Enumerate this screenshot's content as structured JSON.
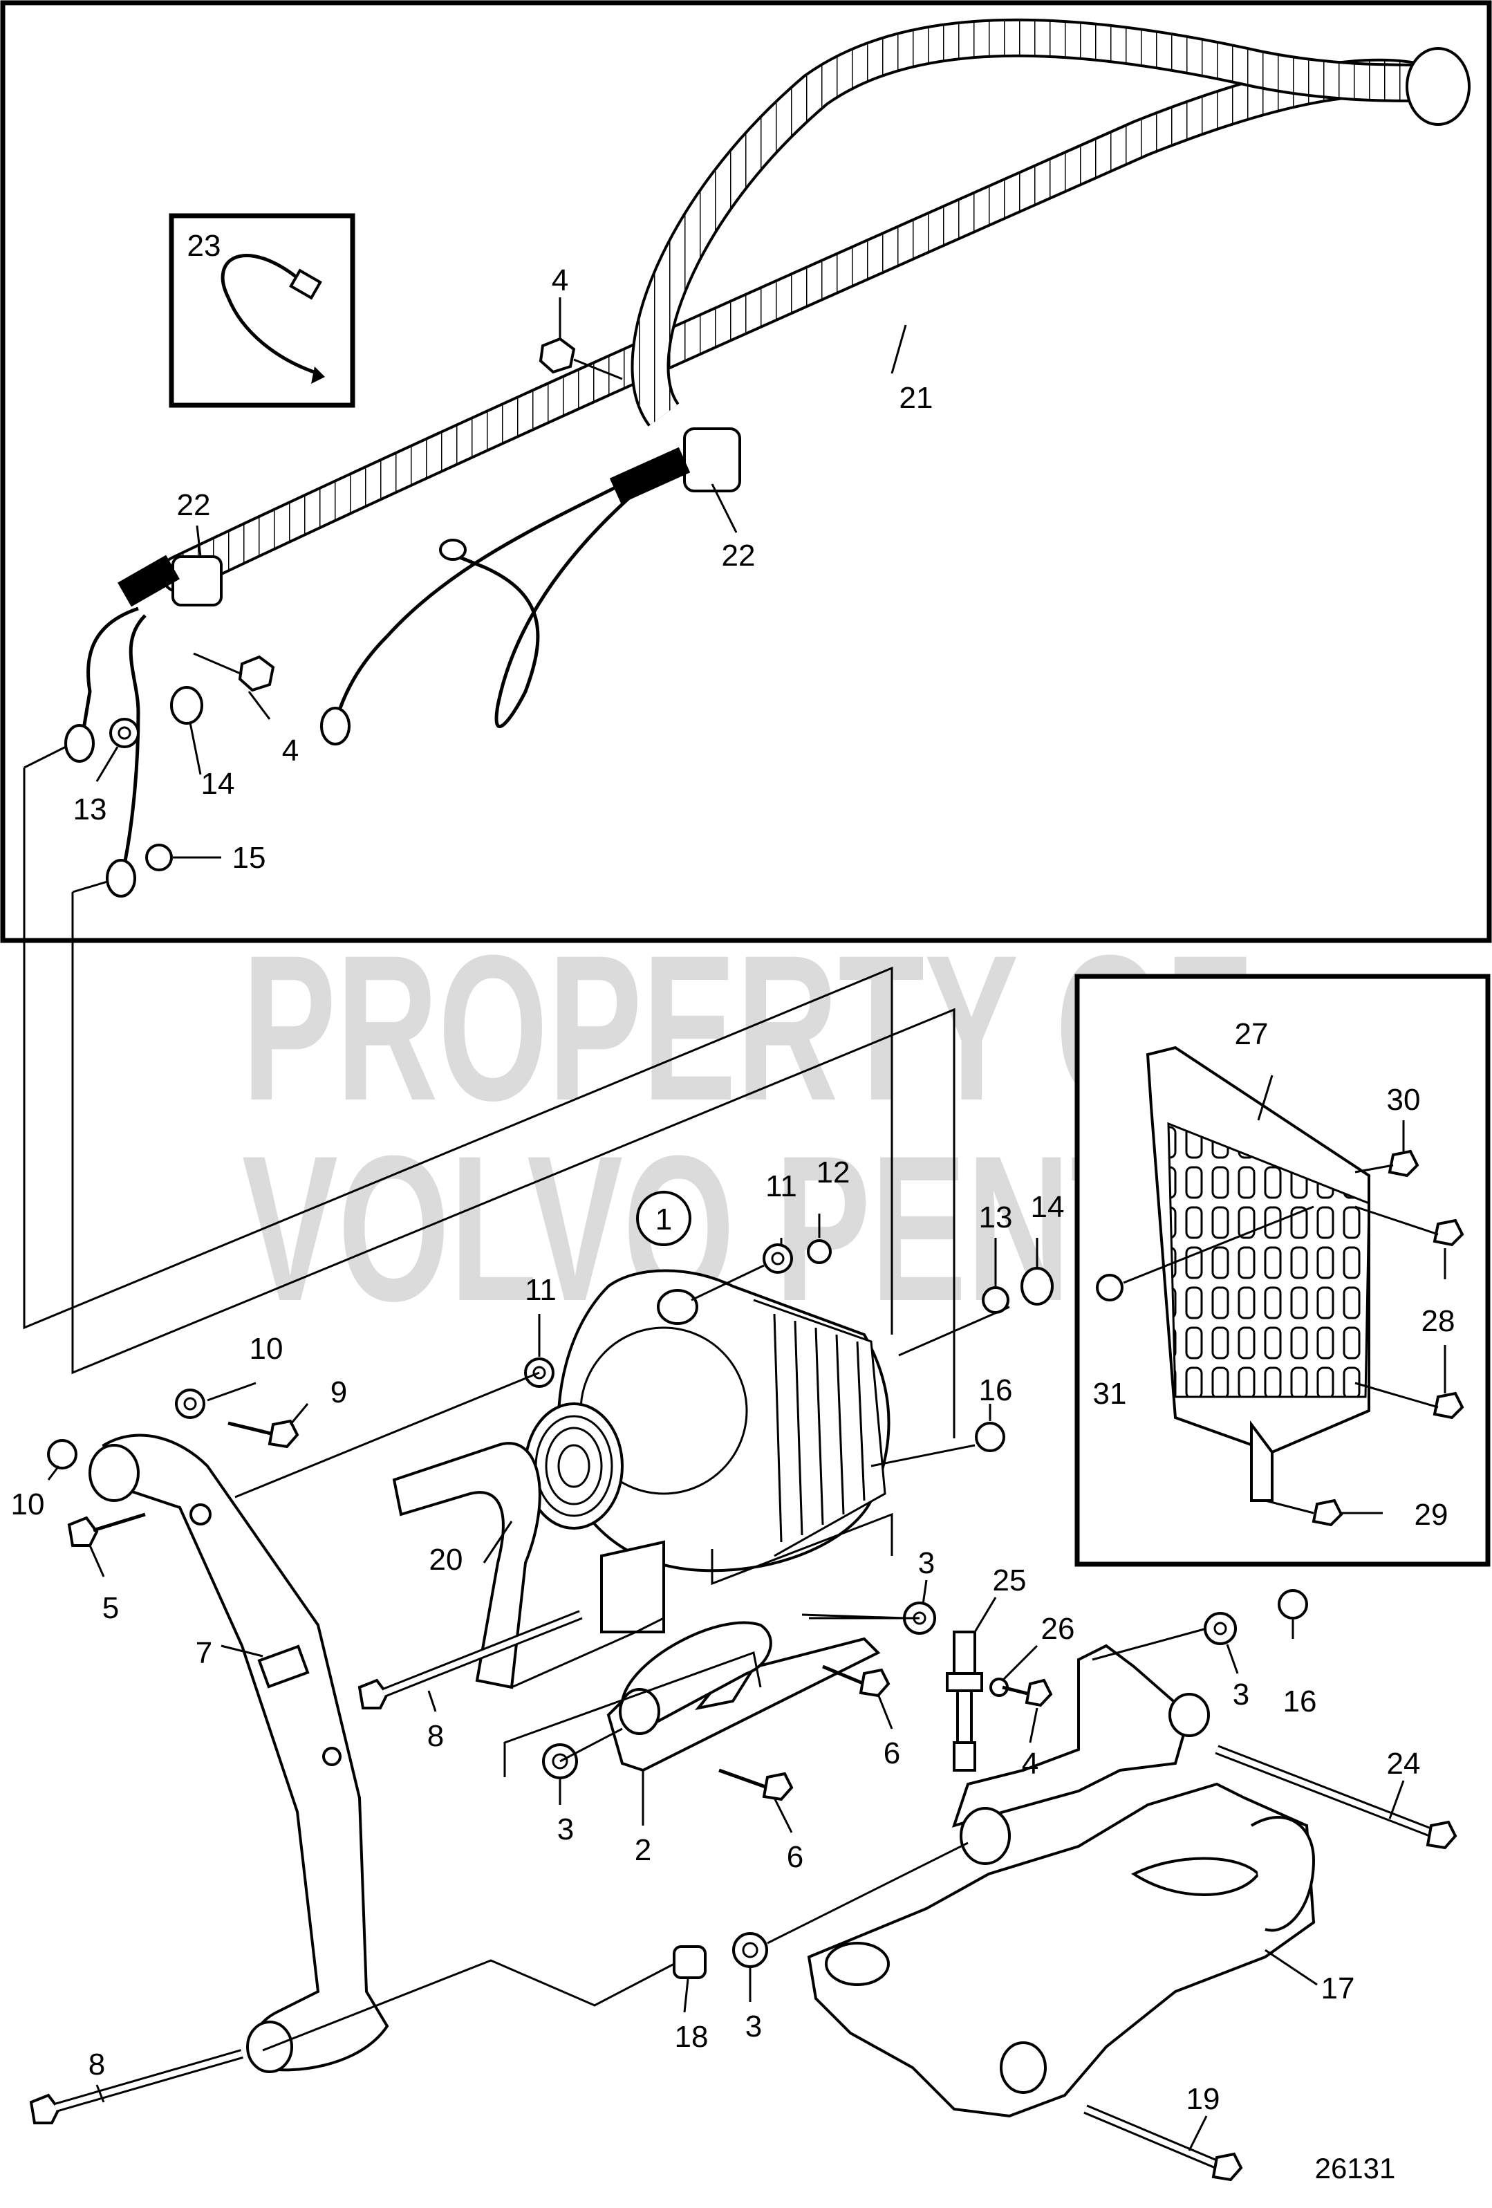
{
  "watermark": {
    "line1": "PROPERTY OF",
    "line2": "VOLVO PENTA"
  },
  "document_number": "26131",
  "assembly_callout": "1",
  "callouts": [
    {
      "id": "c23",
      "text": "23"
    },
    {
      "id": "c4a",
      "text": "4"
    },
    {
      "id": "c21",
      "text": "21"
    },
    {
      "id": "c22a",
      "text": "22"
    },
    {
      "id": "c22b",
      "text": "22"
    },
    {
      "id": "c4b",
      "text": "4"
    },
    {
      "id": "c13a",
      "text": "13"
    },
    {
      "id": "c14a",
      "text": "14"
    },
    {
      "id": "c15",
      "text": "15"
    },
    {
      "id": "c27",
      "text": "27"
    },
    {
      "id": "c30",
      "text": "30"
    },
    {
      "id": "c28",
      "text": "28"
    },
    {
      "id": "c31",
      "text": "31"
    },
    {
      "id": "c29",
      "text": "29"
    },
    {
      "id": "c11a",
      "text": "11"
    },
    {
      "id": "c12",
      "text": "12"
    },
    {
      "id": "c13b",
      "text": "13"
    },
    {
      "id": "c14b",
      "text": "14"
    },
    {
      "id": "c11b",
      "text": "11"
    },
    {
      "id": "c10a",
      "text": "10"
    },
    {
      "id": "c9",
      "text": "9"
    },
    {
      "id": "c10b",
      "text": "10"
    },
    {
      "id": "c16a",
      "text": "16"
    },
    {
      "id": "c5",
      "text": "5"
    },
    {
      "id": "c20",
      "text": "20"
    },
    {
      "id": "c7",
      "text": "7"
    },
    {
      "id": "c3a",
      "text": "3"
    },
    {
      "id": "c25",
      "text": "25"
    },
    {
      "id": "c26",
      "text": "26"
    },
    {
      "id": "c3b",
      "text": "3"
    },
    {
      "id": "c16b",
      "text": "16"
    },
    {
      "id": "c8a",
      "text": "8"
    },
    {
      "id": "c6a",
      "text": "6"
    },
    {
      "id": "c4c",
      "text": "4"
    },
    {
      "id": "c24",
      "text": "24"
    },
    {
      "id": "c3c",
      "text": "3"
    },
    {
      "id": "c2",
      "text": "2"
    },
    {
      "id": "c6b",
      "text": "6"
    },
    {
      "id": "c17",
      "text": "17"
    },
    {
      "id": "c18",
      "text": "18"
    },
    {
      "id": "c3d",
      "text": "3"
    },
    {
      "id": "c8b",
      "text": "8"
    },
    {
      "id": "c19",
      "text": "19"
    }
  ]
}
